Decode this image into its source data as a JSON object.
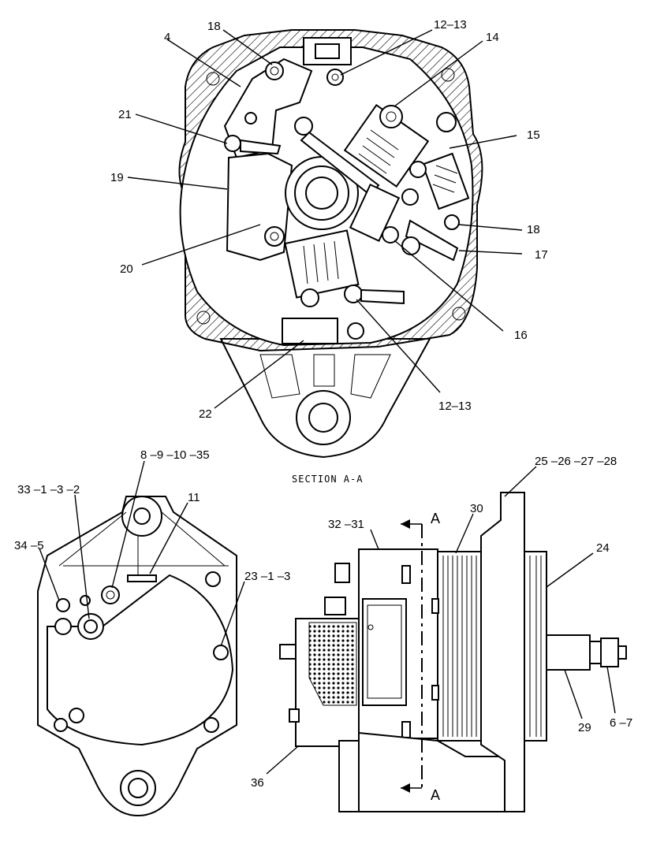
{
  "caption": "SECTION A-A",
  "section_marks": [
    "A",
    "A"
  ],
  "callouts": {
    "c4": "4",
    "c18a": "18",
    "c1213a": "12–13",
    "c14": "14",
    "c21": "21",
    "c15": "15",
    "c19": "19",
    "c18b": "18",
    "c17": "17",
    "c20": "20",
    "c16": "16",
    "c22": "22",
    "c1213b": "12–13",
    "c8_35": "8 –9 –10 –35",
    "c33": "33 –1 –3 –2",
    "c11": "11",
    "c34": "34 –5",
    "c23": "23 –1 –3",
    "c25": "25 –26 –27 –28",
    "c3231": "32 –31",
    "c30": "30",
    "c24": "24",
    "c29": "29",
    "c67": "6 –7",
    "c36": "36"
  }
}
